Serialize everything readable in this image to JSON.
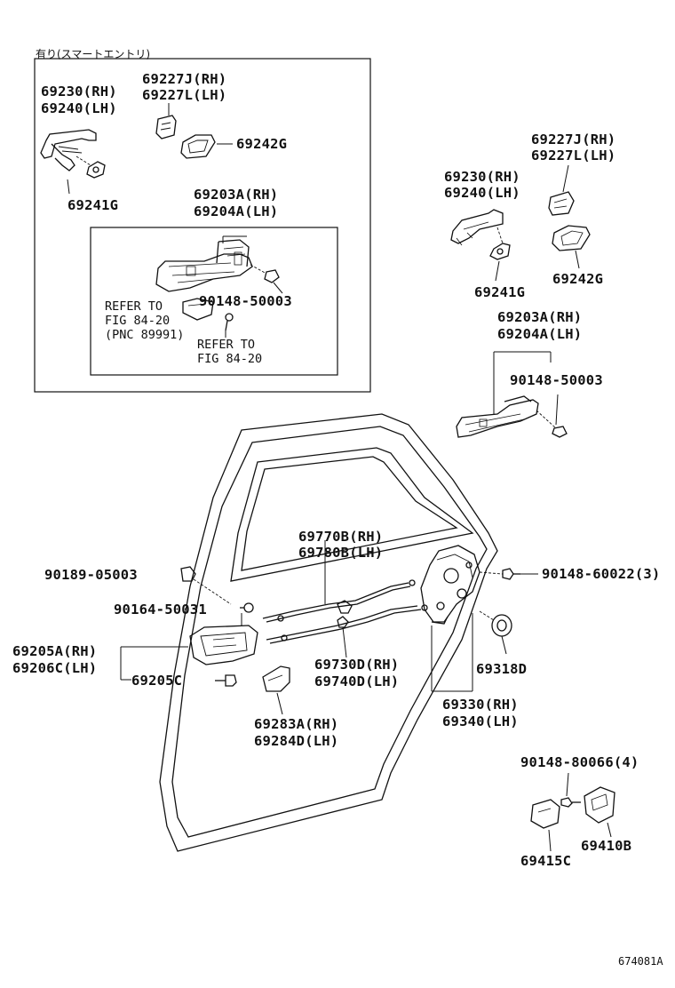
{
  "header_note": "有り(スマートエントリ)",
  "figure_code": "674081A",
  "labels": {
    "a_handle_rh": "69230(RH)",
    "a_handle_lh": "69240(LH)",
    "a_cap_rh": "69227J(RH)",
    "a_cap_lh": "69227L(LH)",
    "a_pad_g": "69242G",
    "a_pad_241": "69241G",
    "a_frame_rh": "69203A(RH)",
    "a_frame_lh": "69204A(LH)",
    "a_bolt": "90148-50003",
    "a_refer1": "REFER TO",
    "a_fig1": "FIG 84-20",
    "a_pnc": "(PNC 89991)",
    "a_refer2": "REFER TO",
    "a_fig2": "FIG 84-20",
    "b_cap_rh": "69227J(RH)",
    "b_cap_lh": "69227L(LH)",
    "b_handle_rh": "69230(RH)",
    "b_handle_lh": "69240(LH)",
    "b_pad_241": "69241G",
    "b_pad_242": "69242G",
    "b_frame_rh": "69203A(RH)",
    "b_frame_lh": "69204A(LH)",
    "b_bolt": "90148-50003",
    "cable_rh": "69770B(RH)",
    "cable_lh": "69780B(LH)",
    "screw_right": "90148-60022(3)",
    "clip_90189": "90189-05003",
    "screw_90164": "90164-50031",
    "inner_rh": "69205A(RH)",
    "inner_lh": "69206C(LH)",
    "inner_c": "69205C",
    "cable2_rh": "69730D(RH)",
    "cable2_lh": "69740D(LH)",
    "grommet": "69318D",
    "lock_rh": "69330(RH)",
    "lock_lh": "69340(LH)",
    "bezel_rh": "69283A(RH)",
    "bezel_lh": "69284D(LH)",
    "striker_screw": "90148-80066(4)",
    "striker": "69410B",
    "striker_plate": "69415C"
  }
}
